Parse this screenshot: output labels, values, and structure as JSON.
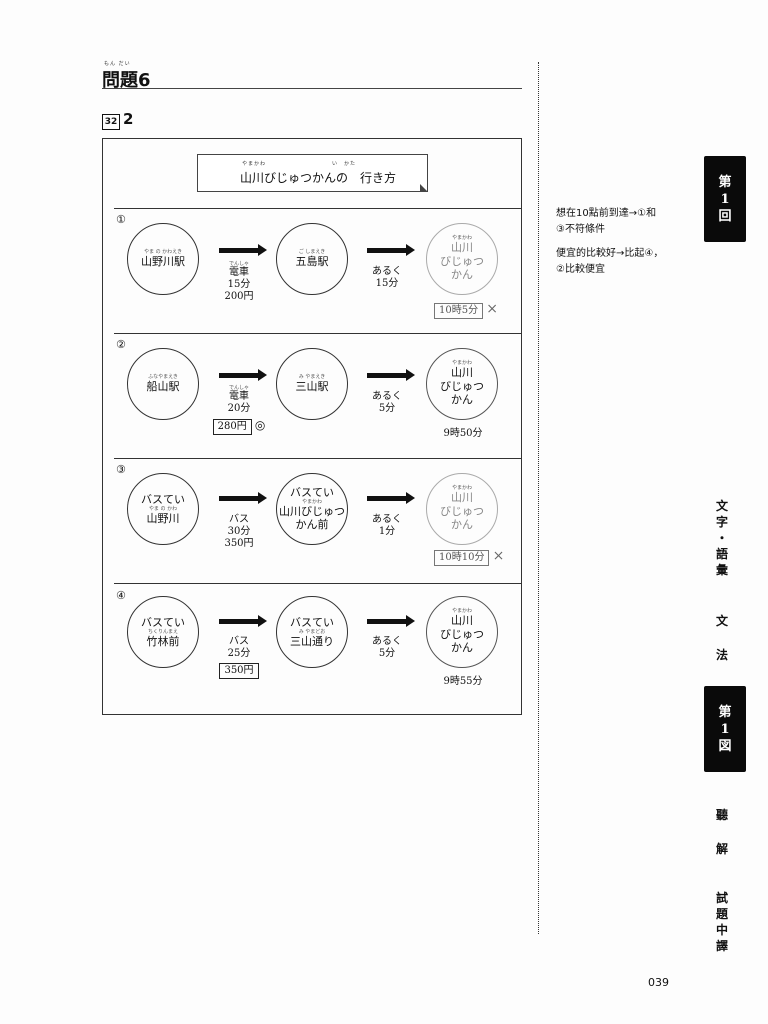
{
  "header": {
    "title_ruby": "もん だい",
    "title": "問題6",
    "q_num": "32",
    "answer": "2"
  },
  "diagram": {
    "title_ruby": "やまかわ　　　　　　　　　　　い　かた",
    "title": "山川びじゅつかんの　行き方",
    "rows": [
      {
        "num": "①",
        "start_ruby": "やま の かわえき",
        "start": "山野川駅",
        "leg1_mode_ruby": "でんしゃ",
        "leg1_mode": "電車",
        "leg1_time": "15分",
        "leg1_price": "200円",
        "mid_ruby": "ご しまえき",
        "mid": "五島駅",
        "walk": "あるく",
        "walk_time": "15分",
        "dest_ruby": "やまかわ",
        "dest1": "山川",
        "dest2": "びじゅつ",
        "dest3": "かん",
        "arrival": "10時5分",
        "mark": "×"
      },
      {
        "num": "②",
        "start_ruby": "ふなやまえき",
        "start": "船山駅",
        "leg1_mode_ruby": "でんしゃ",
        "leg1_mode": "電車",
        "leg1_time": "20分",
        "leg1_price": "280円",
        "price_mark": "◎",
        "mid_ruby": "み やまえき",
        "mid": "三山駅",
        "walk": "あるく",
        "walk_time": "5分",
        "dest_ruby": "やまかわ",
        "dest1": "山川",
        "dest2": "びじゅつ",
        "dest3": "かん",
        "arrival": "9時50分"
      },
      {
        "num": "③",
        "start_top": "バスてい",
        "start_ruby": "やま の かわ",
        "start": "山野川",
        "leg1_mode": "バス",
        "leg1_time": "30分",
        "leg1_price": "350円",
        "mid_top": "バスてい",
        "mid_ruby": "やまかわ",
        "mid": "山川びじゅつ",
        "mid2": "かん前",
        "walk": "あるく",
        "walk_time": "1分",
        "dest_ruby": "やまかわ",
        "dest1": "山川",
        "dest2": "びじゅつ",
        "dest3": "かん",
        "arrival": "10時10分",
        "mark": "×"
      },
      {
        "num": "④",
        "start_top": "バスてい",
        "start_ruby": "ちくりんまえ",
        "start": "竹林前",
        "leg1_mode": "バス",
        "leg1_time": "25分",
        "leg1_price": "350円",
        "mid_top": "バスてい",
        "mid_ruby": "み やまどお",
        "mid": "三山通り",
        "walk": "あるく",
        "walk_time": "5分",
        "dest_ruby": "やまかわ",
        "dest1": "山川",
        "dest2": "びじゅつ",
        "dest3": "かん",
        "arrival": "9時55分"
      }
    ]
  },
  "notes": {
    "line1": "想在10點前到達→①和",
    "line2": "③不符條件",
    "line3": "便宜的比較好→比起④，",
    "line4": "②比較便宜"
  },
  "side": {
    "tab1": [
      "第",
      "1",
      "回"
    ],
    "moji": [
      "文",
      "字",
      "・",
      "語",
      "彙"
    ],
    "bunpo": [
      "文",
      "法"
    ],
    "tab2": [
      "第",
      "1",
      "図"
    ],
    "chokai": [
      "聽",
      "解"
    ],
    "shiken": [
      "試",
      "題",
      "中",
      "譯"
    ]
  },
  "page_number": "039"
}
